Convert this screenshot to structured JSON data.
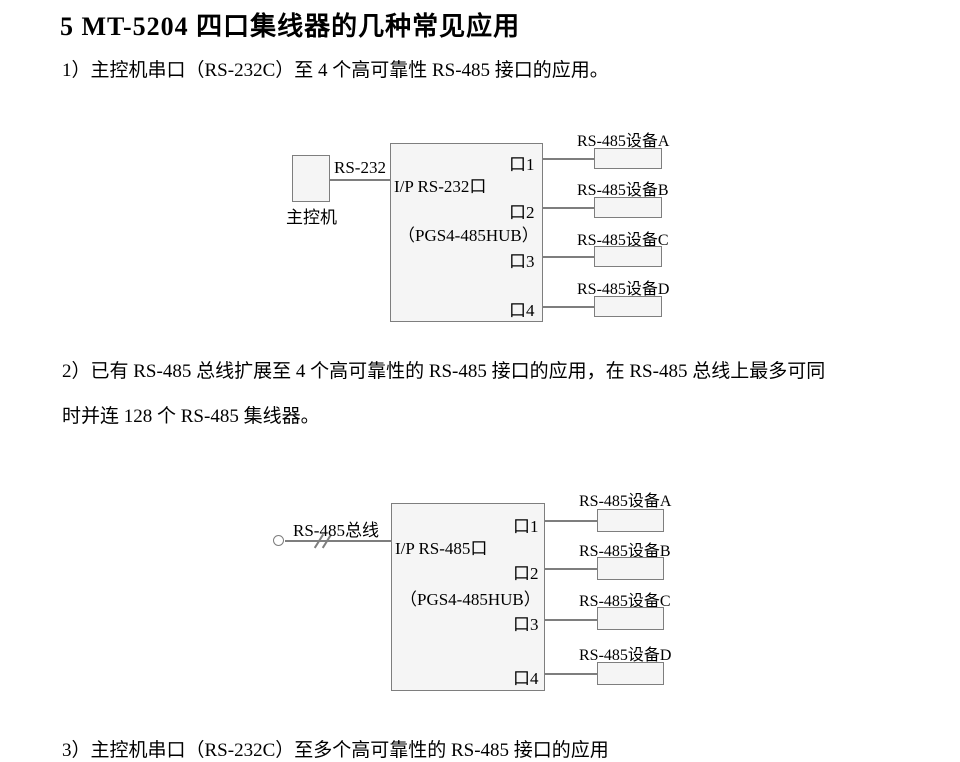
{
  "title": "5 MT-5204 四口集线器的几种常见应用",
  "section1": {
    "text": "1）主控机串口（RS-232C）至 4 个高可靠性 RS-485 接口的应用。"
  },
  "diagram1": {
    "host_label": "主控机",
    "link_label": "RS-232",
    "hub_input_label": "I/P RS-232口",
    "hub_model_label": "（PGS4-485HUB）",
    "ports": [
      "口1",
      "口2",
      "口3",
      "口4"
    ],
    "devices": [
      "RS-485设备A",
      "RS-485设备B",
      "RS-485设备C",
      "RS-485设备D"
    ]
  },
  "section2": {
    "lines": [
      "2）已有 RS-485 总线扩展至 4 个高可靠性的 RS-485 接口的应用，在 RS-485 总线上最多可同",
      "时并连 128 个 RS-485 集线器。"
    ]
  },
  "diagram2": {
    "bus_label": "RS-485总线",
    "hub_input_label": "I/P RS-485口",
    "hub_model_label": "（PGS4-485HUB）",
    "ports": [
      "口1",
      "口2",
      "口3",
      "口4"
    ],
    "devices": [
      "RS-485设备A",
      "RS-485设备B",
      "RS-485设备C",
      "RS-485设备D"
    ]
  },
  "section3": {
    "text": "3）主控机串口（RS-232C）至多个高可靠性的 RS-485 接口的应用"
  },
  "colors": {
    "line": "#7e7e7e",
    "box_fill": "#f5f5f5",
    "text": "#000000",
    "background": "#ffffff"
  }
}
